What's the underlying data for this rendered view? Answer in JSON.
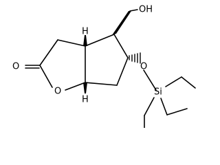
{
  "molecule": {
    "atoms": {
      "carbonyl_oxygen": "O",
      "ring_oxygen": "O",
      "hydroxyl": "OH",
      "ether_oxygen": "O",
      "silicon": "Si",
      "stereo_h_top": "H",
      "stereo_h_bottom": "H"
    }
  },
  "colors": {
    "ink": "#000000",
    "background": "#ffffff"
  }
}
